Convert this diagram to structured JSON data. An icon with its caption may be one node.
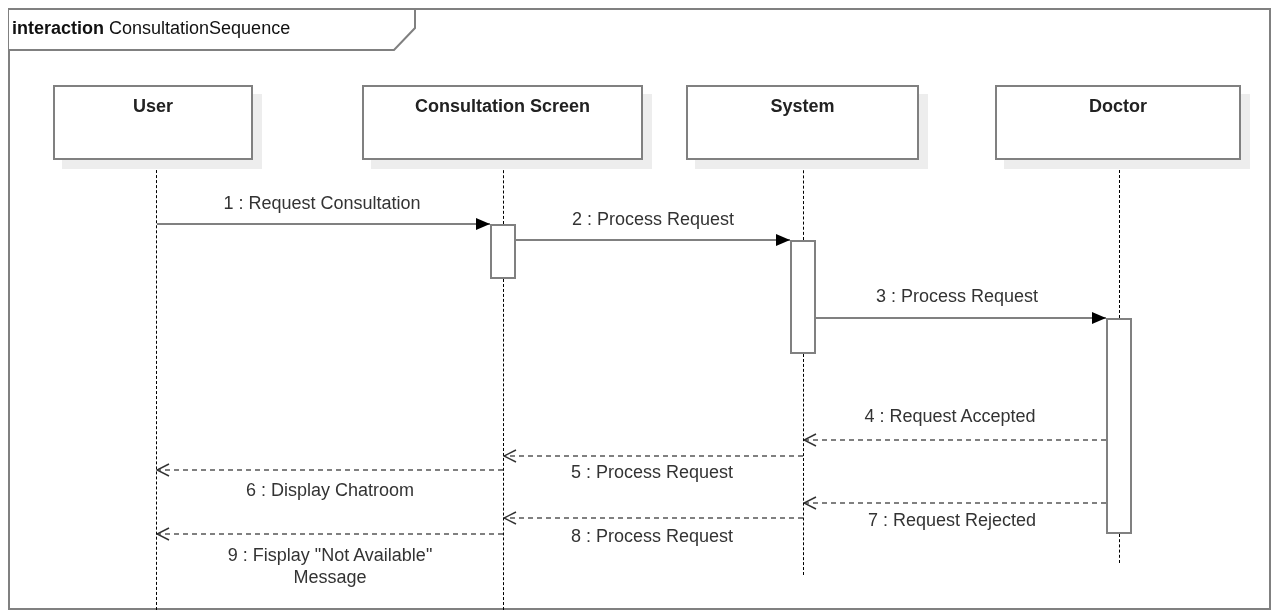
{
  "diagram": {
    "nodes": [
      {
        "text": [
          "**interaction** ConsultationSequence"
        ]
      },
      {
        "text": [
          "User"
        ],
        "in": 0
      },
      {
        "text": [
          "Consultation Screen"
        ],
        "in": 0
      },
      {
        "text": [
          "System"
        ],
        "in": 0
      },
      {
        "text": [
          "Doctor"
        ],
        "in": 0
      },
      {
        "text": [],
        "shape": "line",
        "in": 0
      },
      {
        "text": [],
        "shape": "line",
        "in": 0
      },
      {
        "text": [],
        "shape": "line",
        "in": 0
      },
      {
        "text": [],
        "shape": "line",
        "in": 0
      },
      {
        "text": [],
        "shape": "line",
        "in": 0
      },
      {
        "text": [],
        "shape": "line",
        "in": 0
      },
      {
        "text": [],
        "shape": "line",
        "in": 0
      },
      {
        "text": [],
        "shape": "bar",
        "in": 0
      },
      {
        "text": [],
        "shape": "bar",
        "in": 0
      },
      {
        "text": [],
        "shape": "bar",
        "in": 0
      }
    ],
    "edges": [
      {
        "from": 5,
        "to": 12,
        "arrow": "to",
        "label": "1 : Request Consultation"
      },
      {
        "from": 12,
        "to": 13,
        "arrow": "to",
        "label": "2 : Process Request"
      },
      {
        "from": 13,
        "to": 14,
        "arrow": "to",
        "label": "3 : Process Request"
      },
      {
        "from": 14,
        "to": 9,
        "arrow": "to",
        "label": "4 : Request Accepted",
        "style": "dashed"
      },
      {
        "from": 9,
        "to": 7,
        "arrow": "to",
        "label": "5 : Process Request",
        "style": "dashed"
      },
      {
        "from": 7,
        "to": 5,
        "arrow": "to",
        "label": "6 : Display Chatroom",
        "style": "dashed"
      },
      {
        "from": 14,
        "to": 9,
        "arrow": "to",
        "label": "7 : Request Rejected",
        "style": "dashed"
      },
      {
        "from": 9,
        "to": 7,
        "arrow": "to",
        "label": "8 : Process Request",
        "style": "dashed"
      },
      {
        "from": 7,
        "to": 5,
        "arrow": "to",
        "label": "9 : Fisplay \"Not Available\" Message",
        "style": "dashed"
      }
    ]
  }
}
